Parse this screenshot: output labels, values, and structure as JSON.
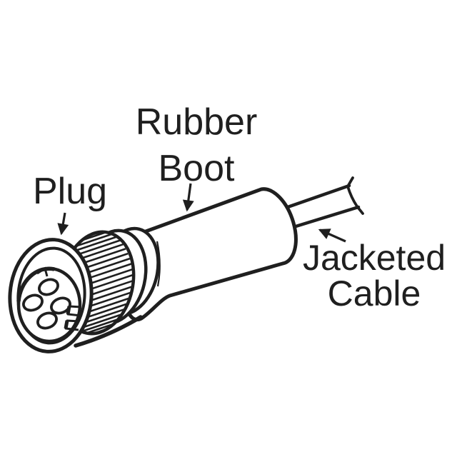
{
  "figure": {
    "type": "technical-line-drawing",
    "ink_color": "#1f1f1f",
    "background_color": "#ffffff",
    "plug_socket_count": 4,
    "labels": {
      "plug": "Plug",
      "rubber_boot": "Rubber\nBoot",
      "jacketed_cable": "Jacketed\nCable"
    }
  }
}
